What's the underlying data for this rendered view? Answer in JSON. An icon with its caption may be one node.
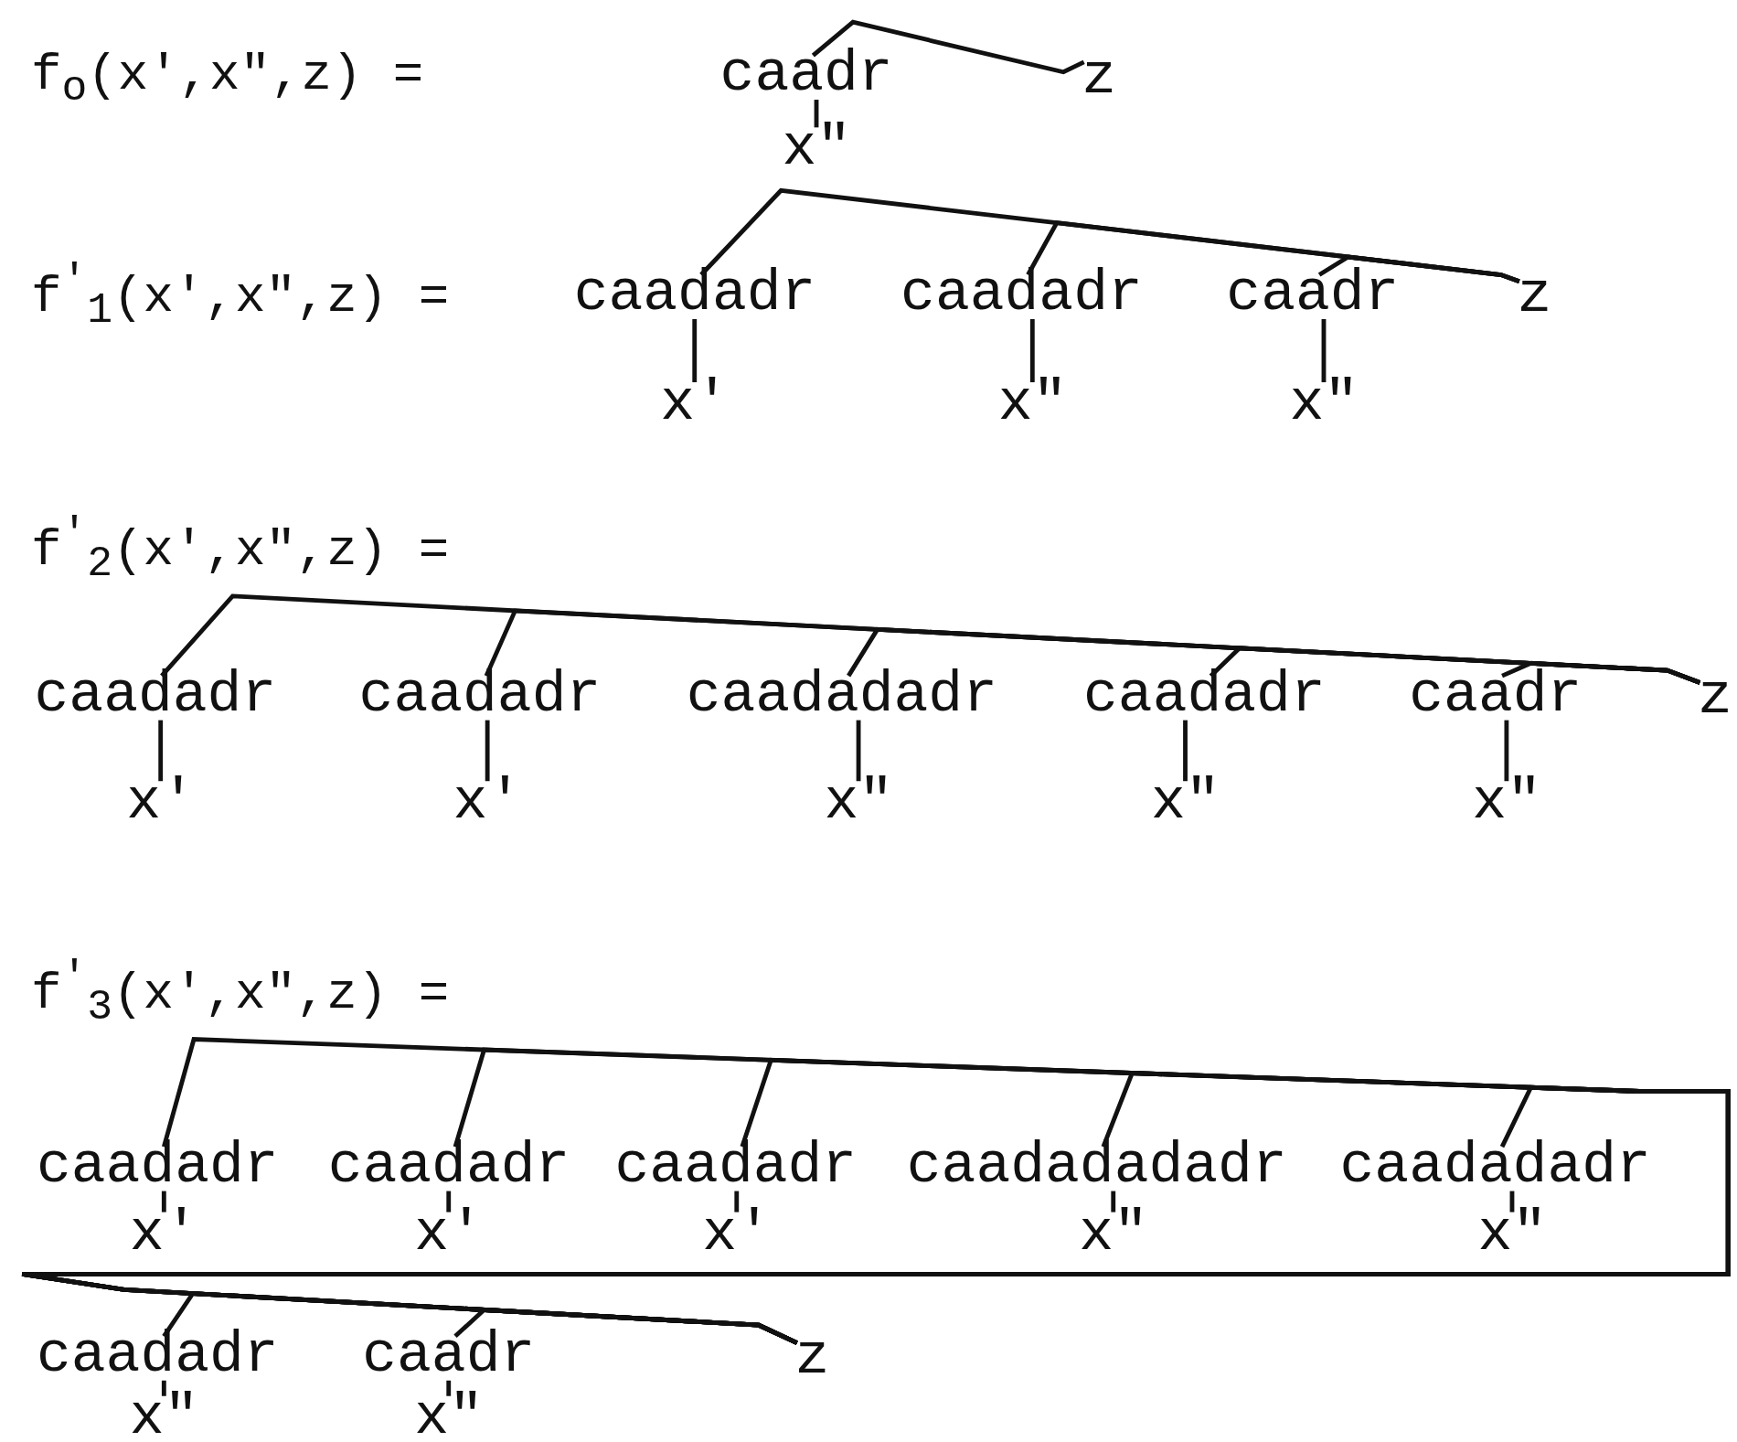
{
  "diagram": {
    "nodes": [
      {
        "text": [
          "caadr"
        ]
      },
      {
        "text": [
          "z"
        ]
      },
      {
        "text": [
          "x\""
        ]
      },
      {
        "text": [
          "caadadr"
        ]
      },
      {
        "text": [
          "caadadr"
        ]
      },
      {
        "text": [
          "caadr"
        ]
      },
      {
        "text": [
          "z"
        ]
      },
      {
        "text": [
          "x'"
        ]
      },
      {
        "text": [
          "x\""
        ]
      },
      {
        "text": [
          "x\""
        ]
      },
      {
        "text": [
          "caadadr"
        ]
      },
      {
        "text": [
          "caadadr"
        ]
      },
      {
        "text": [
          "caadadadr"
        ]
      },
      {
        "text": [
          "caadadr"
        ]
      },
      {
        "text": [
          "caadr"
        ]
      },
      {
        "text": [
          "z"
        ]
      },
      {
        "text": [
          "x'"
        ]
      },
      {
        "text": [
          "x'"
        ]
      },
      {
        "text": [
          "x\""
        ]
      },
      {
        "text": [
          "x\""
        ]
      },
      {
        "text": [
          "x\""
        ]
      },
      {
        "text": [
          "caadadr"
        ]
      },
      {
        "text": [
          "caadadr"
        ]
      },
      {
        "text": [
          "caadadr"
        ]
      },
      {
        "text": [
          "caadadadadr"
        ]
      },
      {
        "text": [
          "caadadadr"
        ]
      },
      {
        "text": [
          "x'"
        ]
      },
      {
        "text": [
          "x'"
        ]
      },
      {
        "text": [
          "x'"
        ]
      },
      {
        "text": [
          "x\""
        ]
      },
      {
        "text": [
          "x\""
        ]
      },
      {
        "text": [
          "caadadr"
        ]
      },
      {
        "text": [
          "caadr"
        ]
      },
      {
        "text": [
          "z"
        ]
      },
      {
        "text": [
          "x\""
        ]
      },
      {
        "text": [
          "x\""
        ]
      }
    ],
    "edges": [
      {
        "from": 0,
        "to": 1,
        "arrow": "none"
      },
      {
        "from": 0,
        "to": 2,
        "arrow": "none"
      },
      {
        "from": 3,
        "to": 6,
        "arrow": "none"
      },
      {
        "from": 4,
        "to": 6,
        "arrow": "none"
      },
      {
        "from": 5,
        "to": 6,
        "arrow": "none"
      },
      {
        "from": 3,
        "to": 7,
        "arrow": "none"
      },
      {
        "from": 4,
        "to": 8,
        "arrow": "none"
      },
      {
        "from": 5,
        "to": 9,
        "arrow": "none"
      },
      {
        "from": 10,
        "to": 15,
        "arrow": "none"
      },
      {
        "from": 11,
        "to": 15,
        "arrow": "none"
      },
      {
        "from": 12,
        "to": 15,
        "arrow": "none"
      },
      {
        "from": 13,
        "to": 15,
        "arrow": "none"
      },
      {
        "from": 14,
        "to": 15,
        "arrow": "none"
      },
      {
        "from": 10,
        "to": 16,
        "arrow": "none"
      },
      {
        "from": 11,
        "to": 17,
        "arrow": "none"
      },
      {
        "from": 12,
        "to": 18,
        "arrow": "none"
      },
      {
        "from": 13,
        "to": 19,
        "arrow": "none"
      },
      {
        "from": 14,
        "to": 20,
        "arrow": "none"
      },
      {
        "from": 21,
        "to": 33,
        "arrow": "none"
      },
      {
        "from": 22,
        "to": 33,
        "arrow": "none"
      },
      {
        "from": 23,
        "to": 33,
        "arrow": "none"
      },
      {
        "from": 24,
        "to": 33,
        "arrow": "none"
      },
      {
        "from": 25,
        "to": 33,
        "arrow": "none"
      },
      {
        "from": 31,
        "to": 33,
        "arrow": "none"
      },
      {
        "from": 32,
        "to": 33,
        "arrow": "none"
      },
      {
        "from": 21,
        "to": 26,
        "arrow": "none"
      },
      {
        "from": 22,
        "to": 27,
        "arrow": "none"
      },
      {
        "from": 23,
        "to": 28,
        "arrow": "none"
      },
      {
        "from": 24,
        "to": 29,
        "arrow": "none"
      },
      {
        "from": 25,
        "to": 30,
        "arrow": "none"
      },
      {
        "from": 31,
        "to": 34,
        "arrow": "none"
      },
      {
        "from": 32,
        "to": 35,
        "arrow": "none"
      }
    ],
    "labels": [
      "f$_{o}$(x',x\",z) =",
      "f$^{'}$$_{1}$(x',x\",z) =",
      "f$^{'}$$_{2}$(x',x\",z) =",
      "f$^{'}$$_{3}$(x',x\",z) ="
    ]
  }
}
